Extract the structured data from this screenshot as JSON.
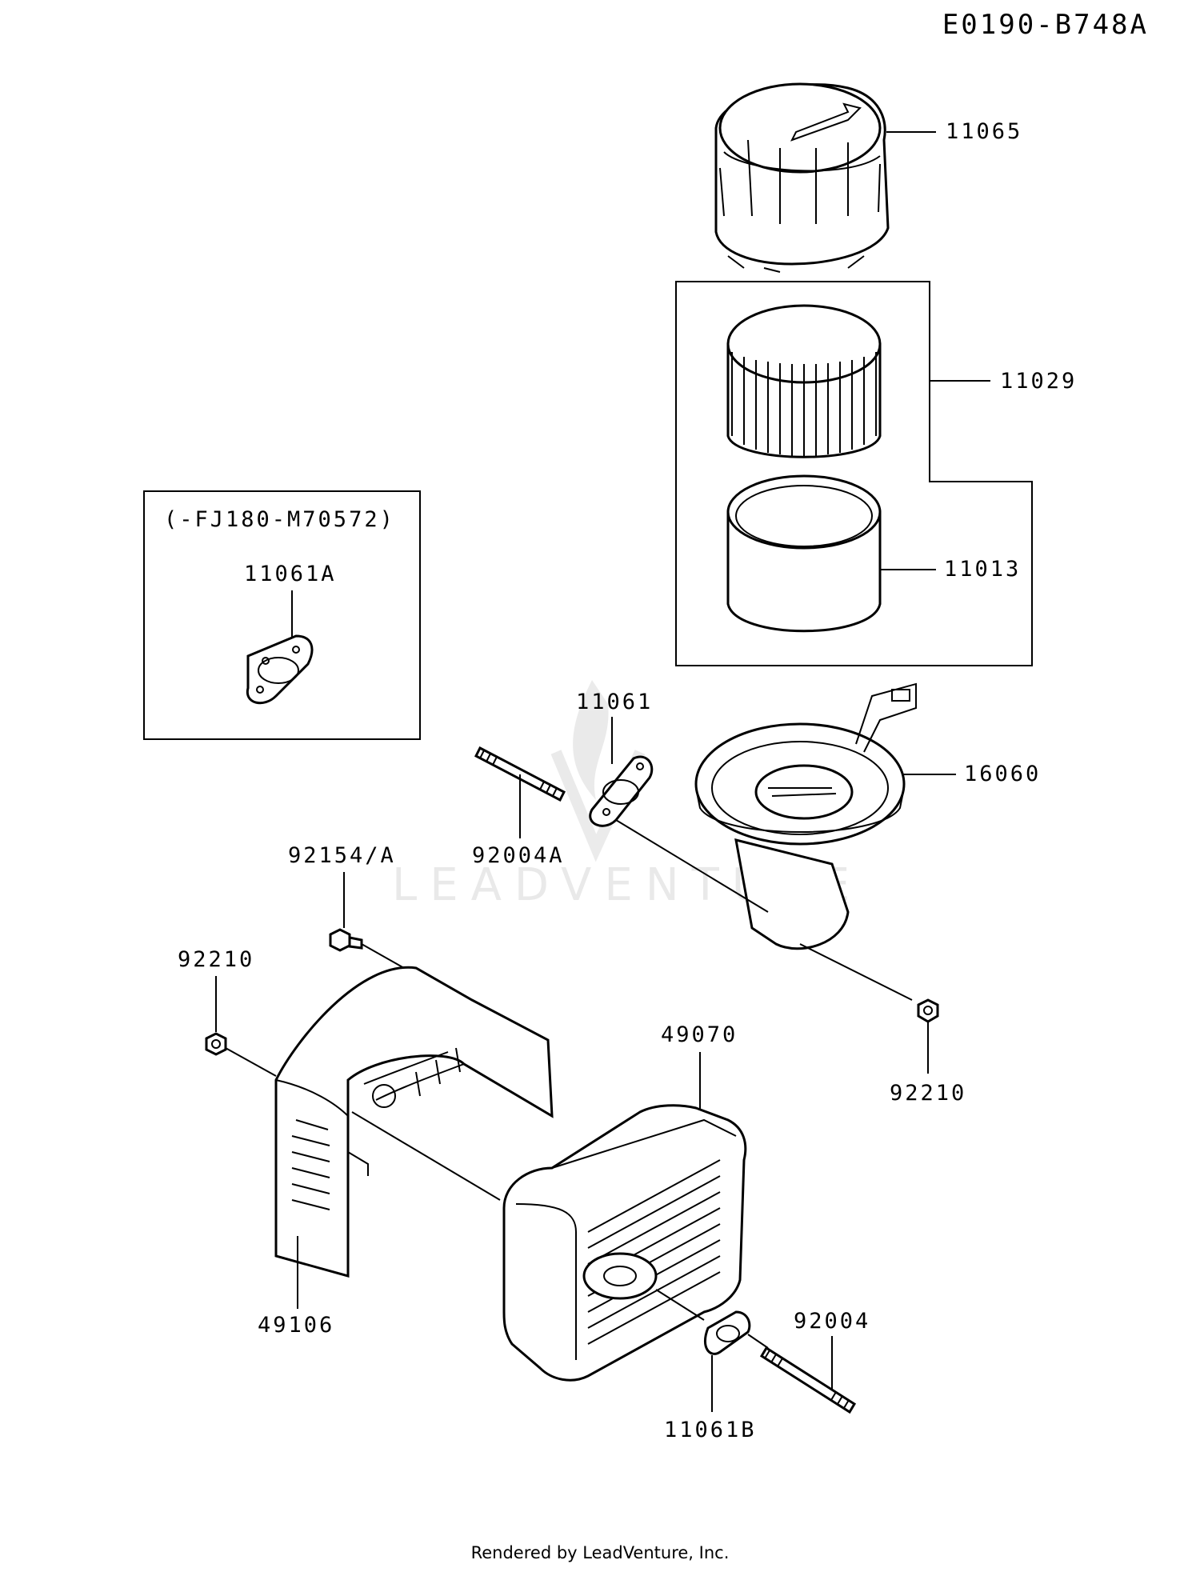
{
  "diagram_code": "E0190-B748A",
  "watermark": "LEADVENTURE",
  "footer": "Rendered by LeadVenture, Inc.",
  "inset_note": "(-FJ180-M70572)",
  "labels": {
    "p11065": "11065",
    "p11029": "11029",
    "p11013": "11013",
    "p11061A": "11061A",
    "p11061": "11061",
    "p16060": "16060",
    "p92004A": "92004A",
    "p92154A": "92154/A",
    "p92210_left": "92210",
    "p92210_right": "92210",
    "p49070": "49070",
    "p49106": "49106",
    "p92004": "92004",
    "p11061B": "11061B"
  }
}
